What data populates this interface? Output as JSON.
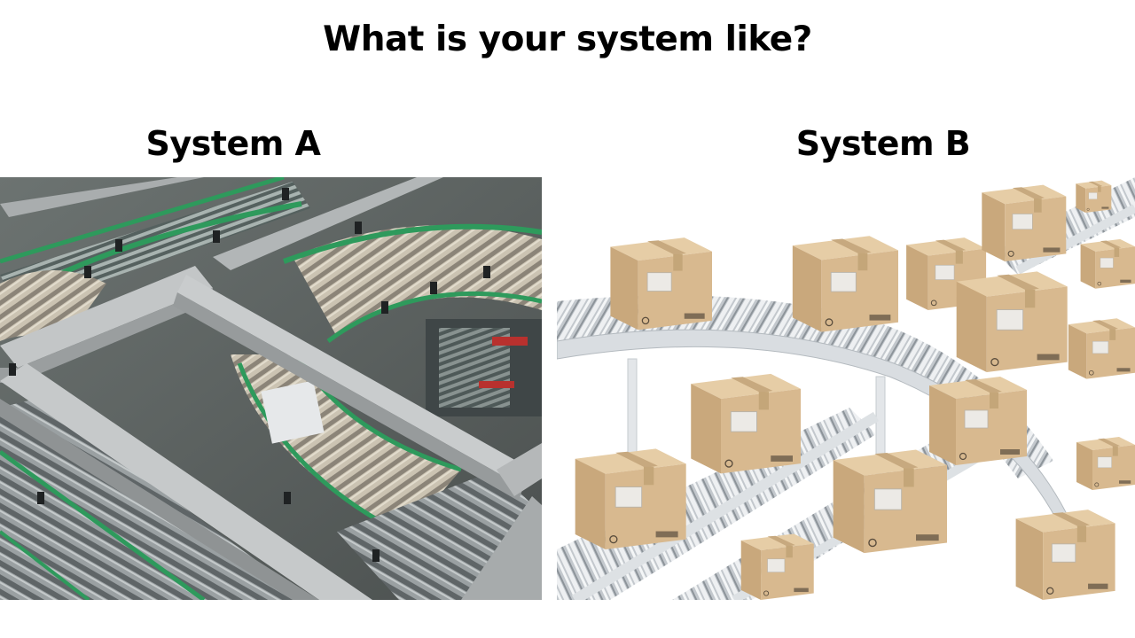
{
  "slide": {
    "title": "What is your system like?",
    "options": [
      {
        "label": "System A",
        "image": {
          "description": "Industrial roller conveyor system with curved sections, green guide rails and grey aluminium overhead frame",
          "palette": {
            "frame": "#b9bcbd",
            "floor": "#5b605f",
            "rail": "#2e9a5c",
            "roller": "#c9c2b3",
            "roller_dark": "#7e8486"
          }
        }
      },
      {
        "label": "System B",
        "image": {
          "description": "Curved gravity roller conveyors carrying cardboard boxes on a white background",
          "palette": {
            "background": "#ffffff",
            "box": "#d8b98f",
            "box_shade": "#c9a87c",
            "tape": "#c7a97f",
            "roller": "#c8ccd0",
            "frame": "#dfe2e5"
          }
        }
      }
    ]
  }
}
